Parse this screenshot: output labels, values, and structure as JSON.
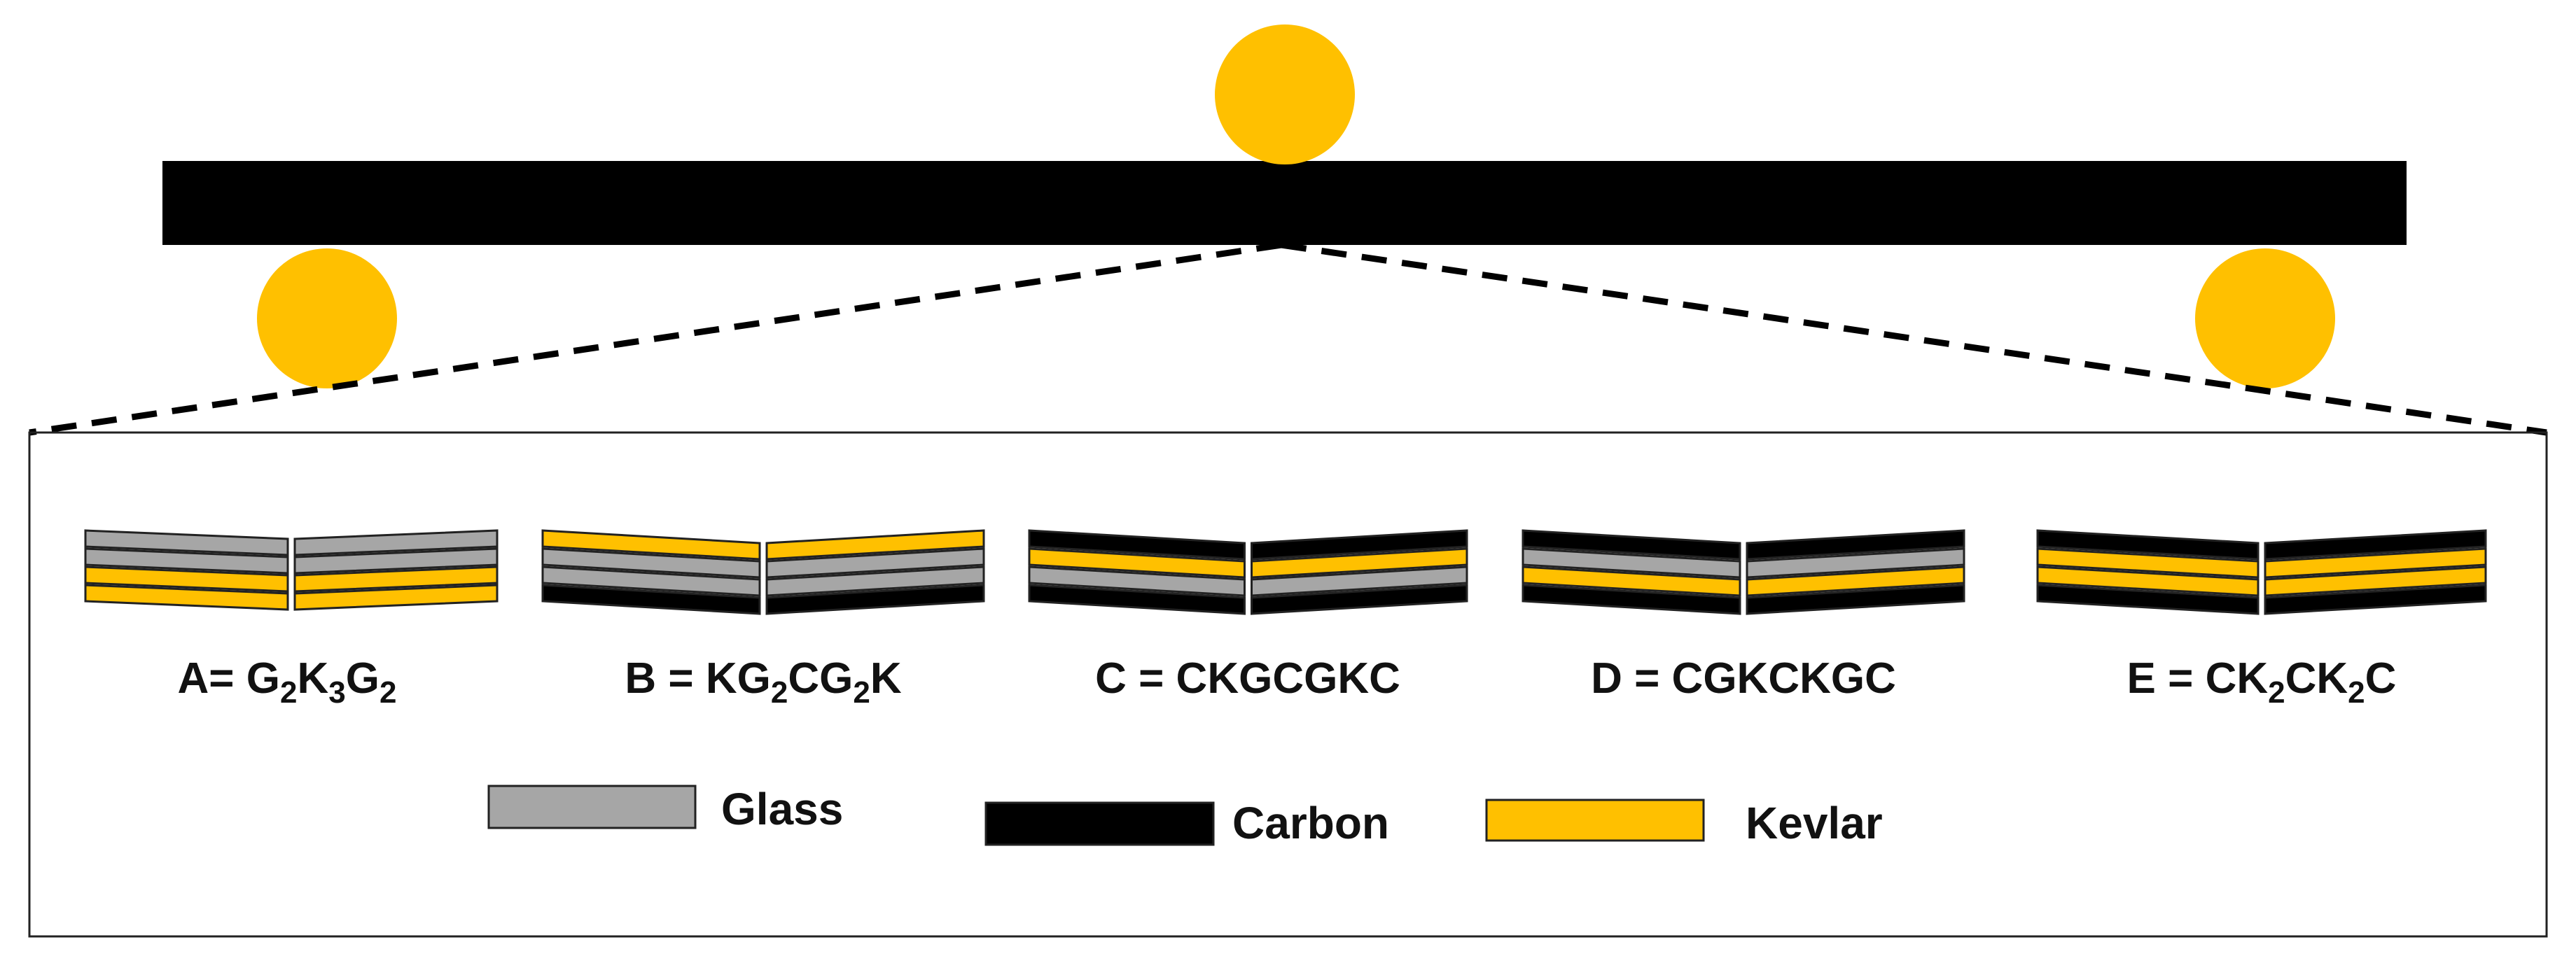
{
  "colors": {
    "glass": "#A6A6A6",
    "carbon": "#000000",
    "kevlar": "#FFC000",
    "outline": "#222222",
    "background": "#FFFFFF"
  },
  "setup": {
    "beam_material": "carbon",
    "support_color": "#FFC000"
  },
  "specimens": [
    {
      "id": "A",
      "label": {
        "prefix": "A= ",
        "parts": [
          [
            "G",
            ""
          ],
          [
            "2",
            "sub"
          ],
          [
            "K",
            ""
          ],
          [
            "3",
            "sub"
          ],
          [
            "G",
            ""
          ],
          [
            "2",
            "sub"
          ]
        ]
      },
      "layers": [
        "glass",
        "glass",
        "kevlar",
        "kevlar"
      ]
    },
    {
      "id": "B",
      "label": {
        "prefix": "B = ",
        "parts": [
          [
            "KG",
            ""
          ],
          [
            "2",
            "sub"
          ],
          [
            "CG",
            ""
          ],
          [
            "2",
            "sub"
          ],
          [
            "K",
            ""
          ]
        ]
      },
      "layers": [
        "kevlar",
        "glass",
        "glass",
        "carbon"
      ]
    },
    {
      "id": "C",
      "label": {
        "prefix": "C = ",
        "parts": [
          [
            "CKGCGKC",
            ""
          ]
        ]
      },
      "layers": [
        "carbon",
        "kevlar",
        "glass",
        "carbon"
      ]
    },
    {
      "id": "D",
      "label": {
        "prefix": "D = ",
        "parts": [
          [
            "CGKCKGC",
            ""
          ]
        ]
      },
      "layers": [
        "carbon",
        "glass",
        "kevlar",
        "carbon"
      ]
    },
    {
      "id": "E",
      "label": {
        "prefix": "E = ",
        "parts": [
          [
            "CK",
            ""
          ],
          [
            "2",
            "sub"
          ],
          [
            "CK",
            ""
          ],
          [
            "2",
            "sub"
          ],
          [
            "C",
            ""
          ]
        ]
      },
      "layers": [
        "carbon",
        "kevlar",
        "kevlar",
        "carbon"
      ]
    }
  ],
  "legend": [
    {
      "material": "glass",
      "label": "Glass"
    },
    {
      "material": "carbon",
      "label": "Carbon"
    },
    {
      "material": "kevlar",
      "label": "Kevlar"
    }
  ]
}
